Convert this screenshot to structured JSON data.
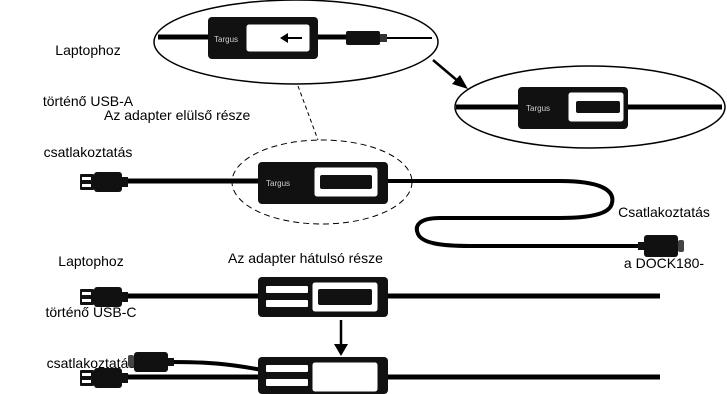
{
  "labels": {
    "usb_a_line1": "Laptophoz",
    "usb_a_line2": "történő USB-A",
    "usb_a_line3": "csatlakoztatás",
    "front_of_adapter": "Az adapter elülső része",
    "dock_line1": "Csatlakoztatás",
    "dock_line2": "a DOCK180-",
    "usb_c_line1": "Laptophoz",
    "usb_c_line2": "történő USB-C",
    "usb_c_line3": "csatlakoztatás",
    "back_of_adapter": "Az adapter hátulsó része"
  },
  "brand": "Targus",
  "colors": {
    "ink": "#000000",
    "body": "#111111",
    "slot": "#ffffff",
    "brand": "#cfcfcf"
  }
}
